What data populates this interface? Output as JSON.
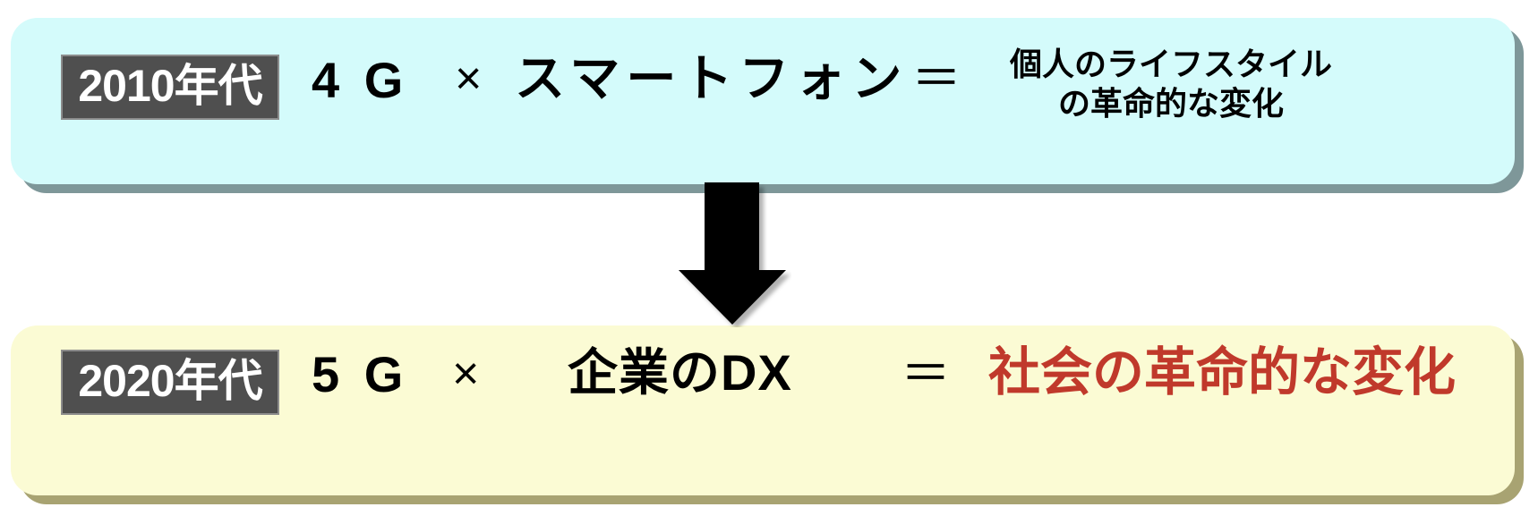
{
  "diagram": {
    "title": "4G/5G era transformation comparison",
    "colors": {
      "top_panel_fill": "#d4fbfb",
      "top_panel_shadow": "#7e9799",
      "bottom_panel_fill": "#fbfbd4",
      "bottom_panel_shadow": "#a8a372",
      "badge_fill": "#4f4f4f",
      "badge_text": "#ffffff",
      "body_text": "#000000",
      "highlight_text": "#c0392b",
      "arrow_fill": "#000000",
      "background": "#ffffff"
    },
    "rows": [
      {
        "id": "row-2010s",
        "era_badge": "2010年代",
        "technology": "4 G",
        "operator_multiply": "×",
        "subject": "スマートフォン",
        "operator_equals": "＝",
        "result_line_1": "個人のライフスタイル",
        "result_line_2": "の革命的な変化",
        "result_color": "#000000"
      },
      {
        "id": "row-2020s",
        "era_badge": "2020年代",
        "technology": "5 G",
        "operator_multiply": "×",
        "subject": "企業のDX",
        "operator_equals": "＝",
        "result_line_1": "社会の革命的な変化",
        "result_color": "#c0392b"
      }
    ],
    "connector": {
      "icon_name": "down-arrow-icon",
      "direction": "down",
      "fill": "#000000"
    }
  }
}
